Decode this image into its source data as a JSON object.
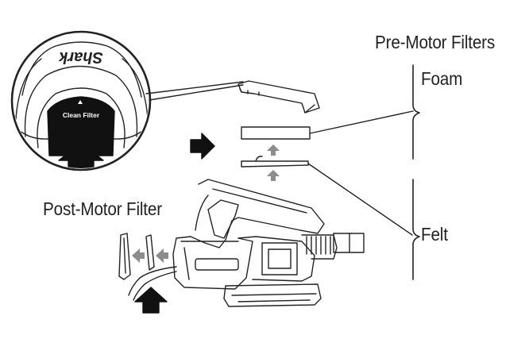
{
  "labels": {
    "pre_motor_heading": "Pre-Motor Filters",
    "foam": "Foam",
    "felt": "Felt",
    "post_motor": "Post-Motor Filter"
  },
  "inset": {
    "brand": "Shark",
    "button_text": "Clean Filter"
  },
  "colors": {
    "ink": "#222222",
    "arrow_gray": "#8c8c8c",
    "background": "#ffffff"
  }
}
